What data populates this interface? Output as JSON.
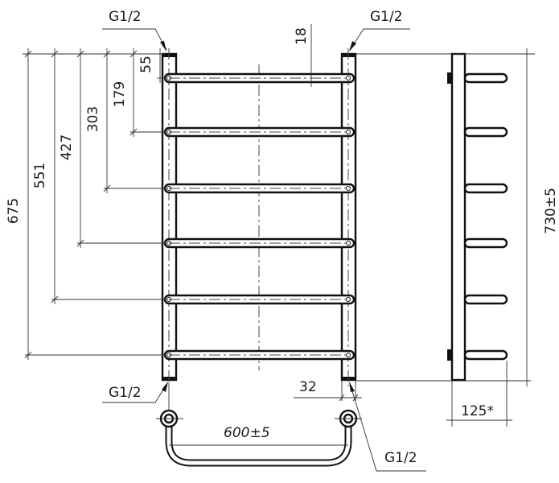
{
  "labels": {
    "thread_top_left": "G1/2",
    "thread_top_right": "G1/2",
    "thread_bottom_left": "G1/2",
    "thread_bottom_right": "G1/2",
    "dim_675": "675",
    "dim_551": "551",
    "dim_427": "427",
    "dim_303": "303",
    "dim_179": "179",
    "dim_55": "55",
    "dim_18": "18",
    "dim_730": "730±5",
    "dim_32": "32",
    "dim_600": "600±5",
    "dim_125": "125*"
  }
}
